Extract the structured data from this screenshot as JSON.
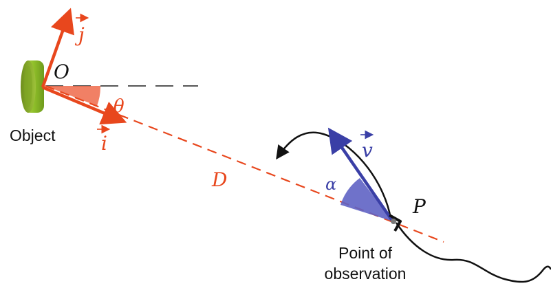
{
  "labels": {
    "origin": "O",
    "unit_j": "j",
    "unit_i": "i",
    "angle_theta": "θ",
    "object": "Object",
    "distance": "D",
    "velocity": "v",
    "angle_alpha": "α",
    "point": "P",
    "point_caption_line1": "Point of",
    "point_caption_line2": "observation"
  },
  "colors": {
    "vector_red": "#e8471d",
    "dashed_red": "#e8471d",
    "reference_gray": "#555555",
    "theta_fill": "#ef6a4a",
    "velocity_blue": "#3a3fa6",
    "alpha_fill": "#5f63c4",
    "path_black": "#111111",
    "object_green": "#8dbb2c"
  }
}
